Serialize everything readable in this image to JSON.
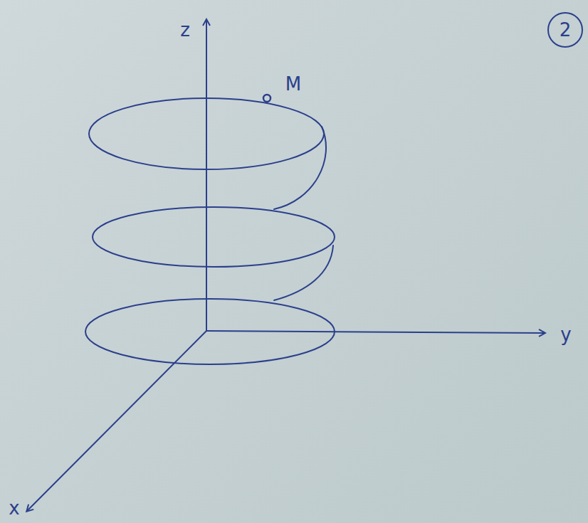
{
  "diagram": {
    "labels": [
      "z",
      "M",
      "2",
      "y",
      "x"
    ]
  }
}
